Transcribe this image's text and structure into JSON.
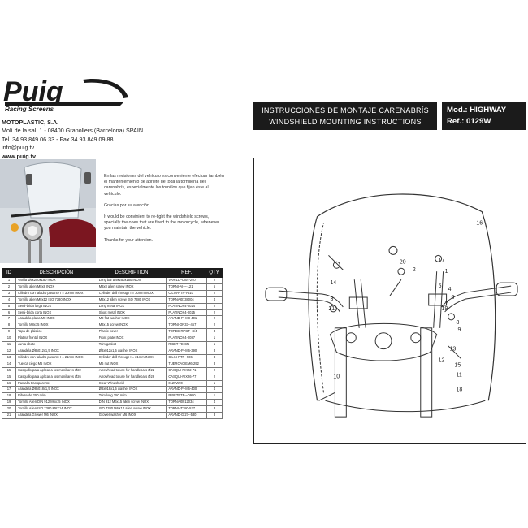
{
  "brand": {
    "logo_text": "Puig",
    "logo_sub": "Racing Screens"
  },
  "company": {
    "name": "MOTOPLASTIC, S.A.",
    "address": "Molí de la sal, 1  -  08400 Granollers (Barcelona) SPAIN",
    "phone": "Tel. 34 93 849 06 33  -  Fax 34 93 849 09 88",
    "email": "info@puig.tv",
    "web": "www.puig.tv"
  },
  "header": {
    "title_es": "INSTRUCCIONES DE MONTAJE CARENABRÍS",
    "title_en": "WINDSHIELD MOUNTING INSTRUCTIONS",
    "model_label": "Mod.: HIGHWAY",
    "ref_label": "Ref.: 0129W"
  },
  "notes": {
    "es": "En las revisiones del vehículo es conveniente efectuar también el manteniemiento de apriete de toda la tornillería del carenabrís, especialmente los tornillos que fijan éste al vehículo.",
    "es_thanks": "Gracias por su atención.",
    "en": "It would be convinient to re-tight the windshield screws, specially the ones that are fixed to the motorcycle, whenever you maintain the vehicle.",
    "en_thanks": "Thanks for your attention."
  },
  "table": {
    "headers": [
      "ID",
      "DESCRIPCIÓN",
      "DESCRIPTION",
      "REF.",
      "QTY."
    ],
    "rows": [
      [
        "1",
        "Varilla Ø9x250x150 INOX",
        "Long bar Ø9x250x150 INOX",
        "VARILLPUI04-240",
        "2"
      ],
      [
        "2",
        "Tornillo allen M8x8 INOX",
        "M8x8 allen screw INOX",
        "TORNI-AI----121",
        "6"
      ],
      [
        "3",
        "Cilindro con taladro pasante I = 30mm INOX",
        "Cylinder drill through I = 30mm INOX",
        "CILIN-RTP-I-510",
        "2"
      ],
      [
        "4",
        "Tornillo allen M8x12 ISO 7380 INOX",
        "M8x12 allen screw ISO 7380 INOX",
        "TORNAI0738004",
        "4"
      ],
      [
        "5",
        "Semi-brida larga INOX",
        "Long metal INOX",
        "PLATINOX4-0024",
        "2"
      ],
      [
        "6",
        "Semi-brida corta INOX",
        "Short metal INOX",
        "PLATINOX4-0025",
        "2"
      ],
      [
        "7",
        "Arandela plana M8 INOX",
        "M8 flat washer INOX",
        "ARAND-PI-M8-401",
        "2"
      ],
      [
        "8",
        "Tornillo M8x15 INOX",
        "M8x15 screw INOX",
        "TORNI-DN33--467",
        "2"
      ],
      [
        "9",
        "Tapa de plástico",
        "Plastic cover",
        "TOPEE-RPGT--X/4",
        "4"
      ],
      [
        "10",
        "Platina frontal INOX",
        "Front plate INOX",
        "PLATINOX4-0087",
        "1"
      ],
      [
        "11",
        "Junta ribete",
        "Trim gasket",
        "RIBET-TE-CN----",
        "1"
      ],
      [
        "12",
        "Arandela Ø8x012x1,5 INOX",
        "Ø8x012x1,5 washer INOX",
        "ARAND-PI-M6-390",
        "3"
      ],
      [
        "13",
        "Cilindro con taladro pasante I = 21mm INOX",
        "Cylinder drill through I = 21mm INOX",
        "CILIN-RTP--506",
        "4"
      ],
      [
        "14",
        "Tuerca ciego M6 INOX",
        "M6 nut INOX",
        "TUERCACIEM6-292",
        "3"
      ],
      [
        "15",
        "Casquillo para aplicar a los manillares Ø22",
        "Arrowhead to use for handlebars Ø22",
        "CASQUI-PIX22-71",
        "2"
      ],
      [
        "15",
        "Casquillo para aplicar a los manillares Ø26",
        "Arrowhead to use for handlebars Ø26",
        "CASQUI-PIX26-77",
        "2"
      ],
      [
        "16",
        "Pantalla transparente",
        "Clear Windshield",
        "0129W90",
        "1"
      ],
      [
        "17",
        "Arandela Ø8x018x1,5 INOX",
        "Ø8x018x1,5 washer INOX",
        "ARAND-PI-M6-400",
        "4"
      ],
      [
        "18",
        "Ribete de 250 m/m",
        "Trim long 250 m/m",
        "RIBETETP---0900",
        "1"
      ],
      [
        "19",
        "Tornillo Allen DIN 912 M6x15 INOX",
        "DIN 912 M6x15 allen screw INOX",
        "TORNAI0912034",
        "4"
      ],
      [
        "20",
        "Tornillo Allen ISO 7380 M6X14 INOX",
        "ISO 7380 M6X14 allen screw INOX",
        "TORNI-IT380-537",
        "3"
      ],
      [
        "21",
        "Arandela Grower M6 INOX",
        "Grower washer M6 INOX",
        "ARAND-GI27--530",
        "3"
      ]
    ]
  },
  "diagram": {
    "callouts": [
      "16",
      "20",
      "2",
      "17",
      "1",
      "14",
      "3",
      "21",
      "5",
      "4",
      "6",
      "7",
      "8",
      "9",
      "13",
      "12",
      "15",
      "11",
      "10",
      "18",
      "19"
    ]
  },
  "colors": {
    "header_bg": "#1b1b1b",
    "logo_blue": "#1a2f6e"
  }
}
